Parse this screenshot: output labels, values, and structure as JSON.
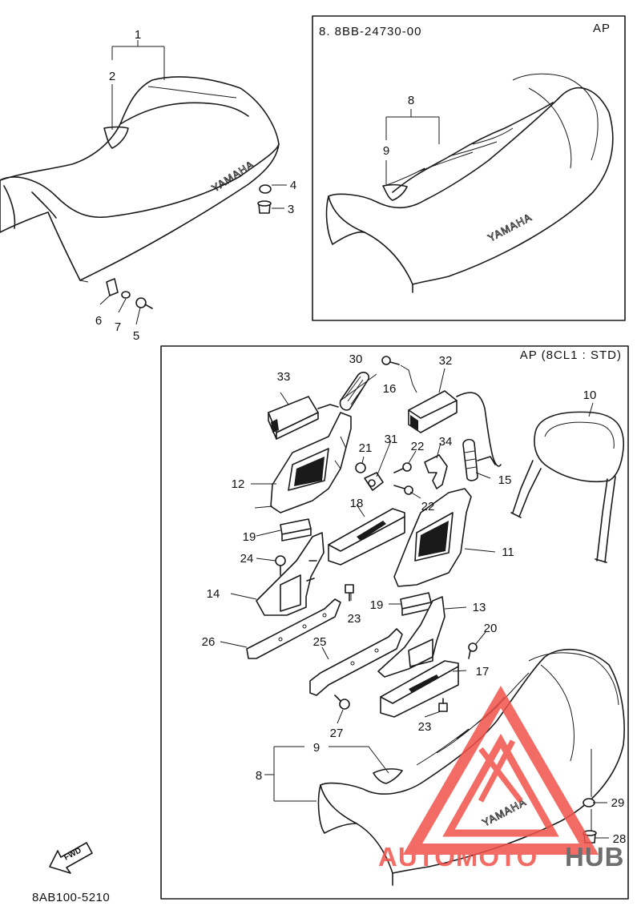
{
  "panels": {
    "top_right": {
      "header_left": "8. 8BB-24730-00",
      "header_right": "AP"
    },
    "bottom_right": {
      "header_right": "AP (8CL1 : STD)"
    }
  },
  "brand_text": "YAMAHA",
  "fwd_label": "FWD",
  "drawing_code": "8AB100-5210",
  "callouts": {
    "c1": "1",
    "c2": "2",
    "c3": "3",
    "c4": "4",
    "c5": "5",
    "c6": "6",
    "c7": "7",
    "t8": "8",
    "t9": "9",
    "b8": "8",
    "b9": "9",
    "c10": "10",
    "c11": "11",
    "c12": "12",
    "c13": "13",
    "c14": "14",
    "c15": "15",
    "c16": "16",
    "c17": "17",
    "c18": "18",
    "c19a": "19",
    "c19b": "19",
    "c20": "20",
    "c21": "21",
    "c22a": "22",
    "c22b": "22",
    "c23a": "23",
    "c23b": "23",
    "c24": "24",
    "c25": "25",
    "c26": "26",
    "c27": "27",
    "c28": "28",
    "c29": "29",
    "c30": "30",
    "c31": "31",
    "c32": "32",
    "c33": "33",
    "c34": "34"
  },
  "watermark": {
    "text_a": "AUTOMOTO",
    "text_b": "HUB",
    "color_a": "#f0524a",
    "color_b": "#555555"
  }
}
